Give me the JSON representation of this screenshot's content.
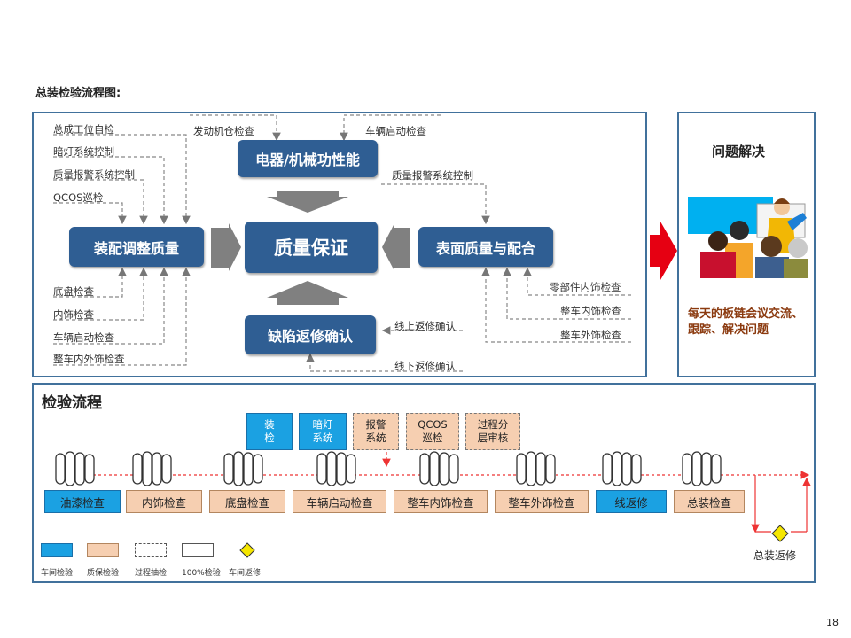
{
  "page_title": "总装检验流程图:",
  "page_number": "18",
  "flow": {
    "center": "质量保证",
    "top": "电器/机械功性能",
    "left": "装配调整质量",
    "right": "表面质量与配合",
    "bottom": "缺陷返修确认",
    "top_inputs": [
      "发动机仓检查",
      "车辆启动检查"
    ],
    "top_right_input": "质量报警系统控制",
    "left_top_inputs": [
      "总成工位自检",
      "暗灯系统控制",
      "质量报警系统控制",
      "QCOS巡检"
    ],
    "left_bottom_inputs": [
      "底盘检查",
      "内饰检查",
      "车辆启动检查",
      "整车内外饰检查"
    ],
    "right_inputs": [
      "零部件内饰检查",
      "整车内饰检查",
      "整车外饰检查"
    ],
    "bottom_inputs": [
      "线上返修确认",
      "线下返修确认"
    ]
  },
  "solve": {
    "title": "问题解决",
    "text": "每天的板链会议交流、跟踪、解决问题"
  },
  "process": {
    "title": "检验流程",
    "categories": [
      "装\n检",
      "暗灯\n系统",
      "报警\n系统",
      "QCOS\n巡检",
      "过程分\n层审核"
    ],
    "stages": [
      "油漆检查",
      "内饰检查",
      "底盘检查",
      "车辆启动检查",
      "整车内饰检查",
      "整车外饰检查",
      "线返修",
      "总装检查"
    ],
    "end_label": "总装返修"
  },
  "legend": [
    "车间检验",
    "质保检验",
    "过程抽检",
    "100%检验",
    "车间返修"
  ],
  "colors": {
    "navy": "#2f5e93",
    "blue": "#1ba1e2",
    "peach": "#f6cfb1",
    "red": "#e60012",
    "diamond": "#f5e600"
  }
}
